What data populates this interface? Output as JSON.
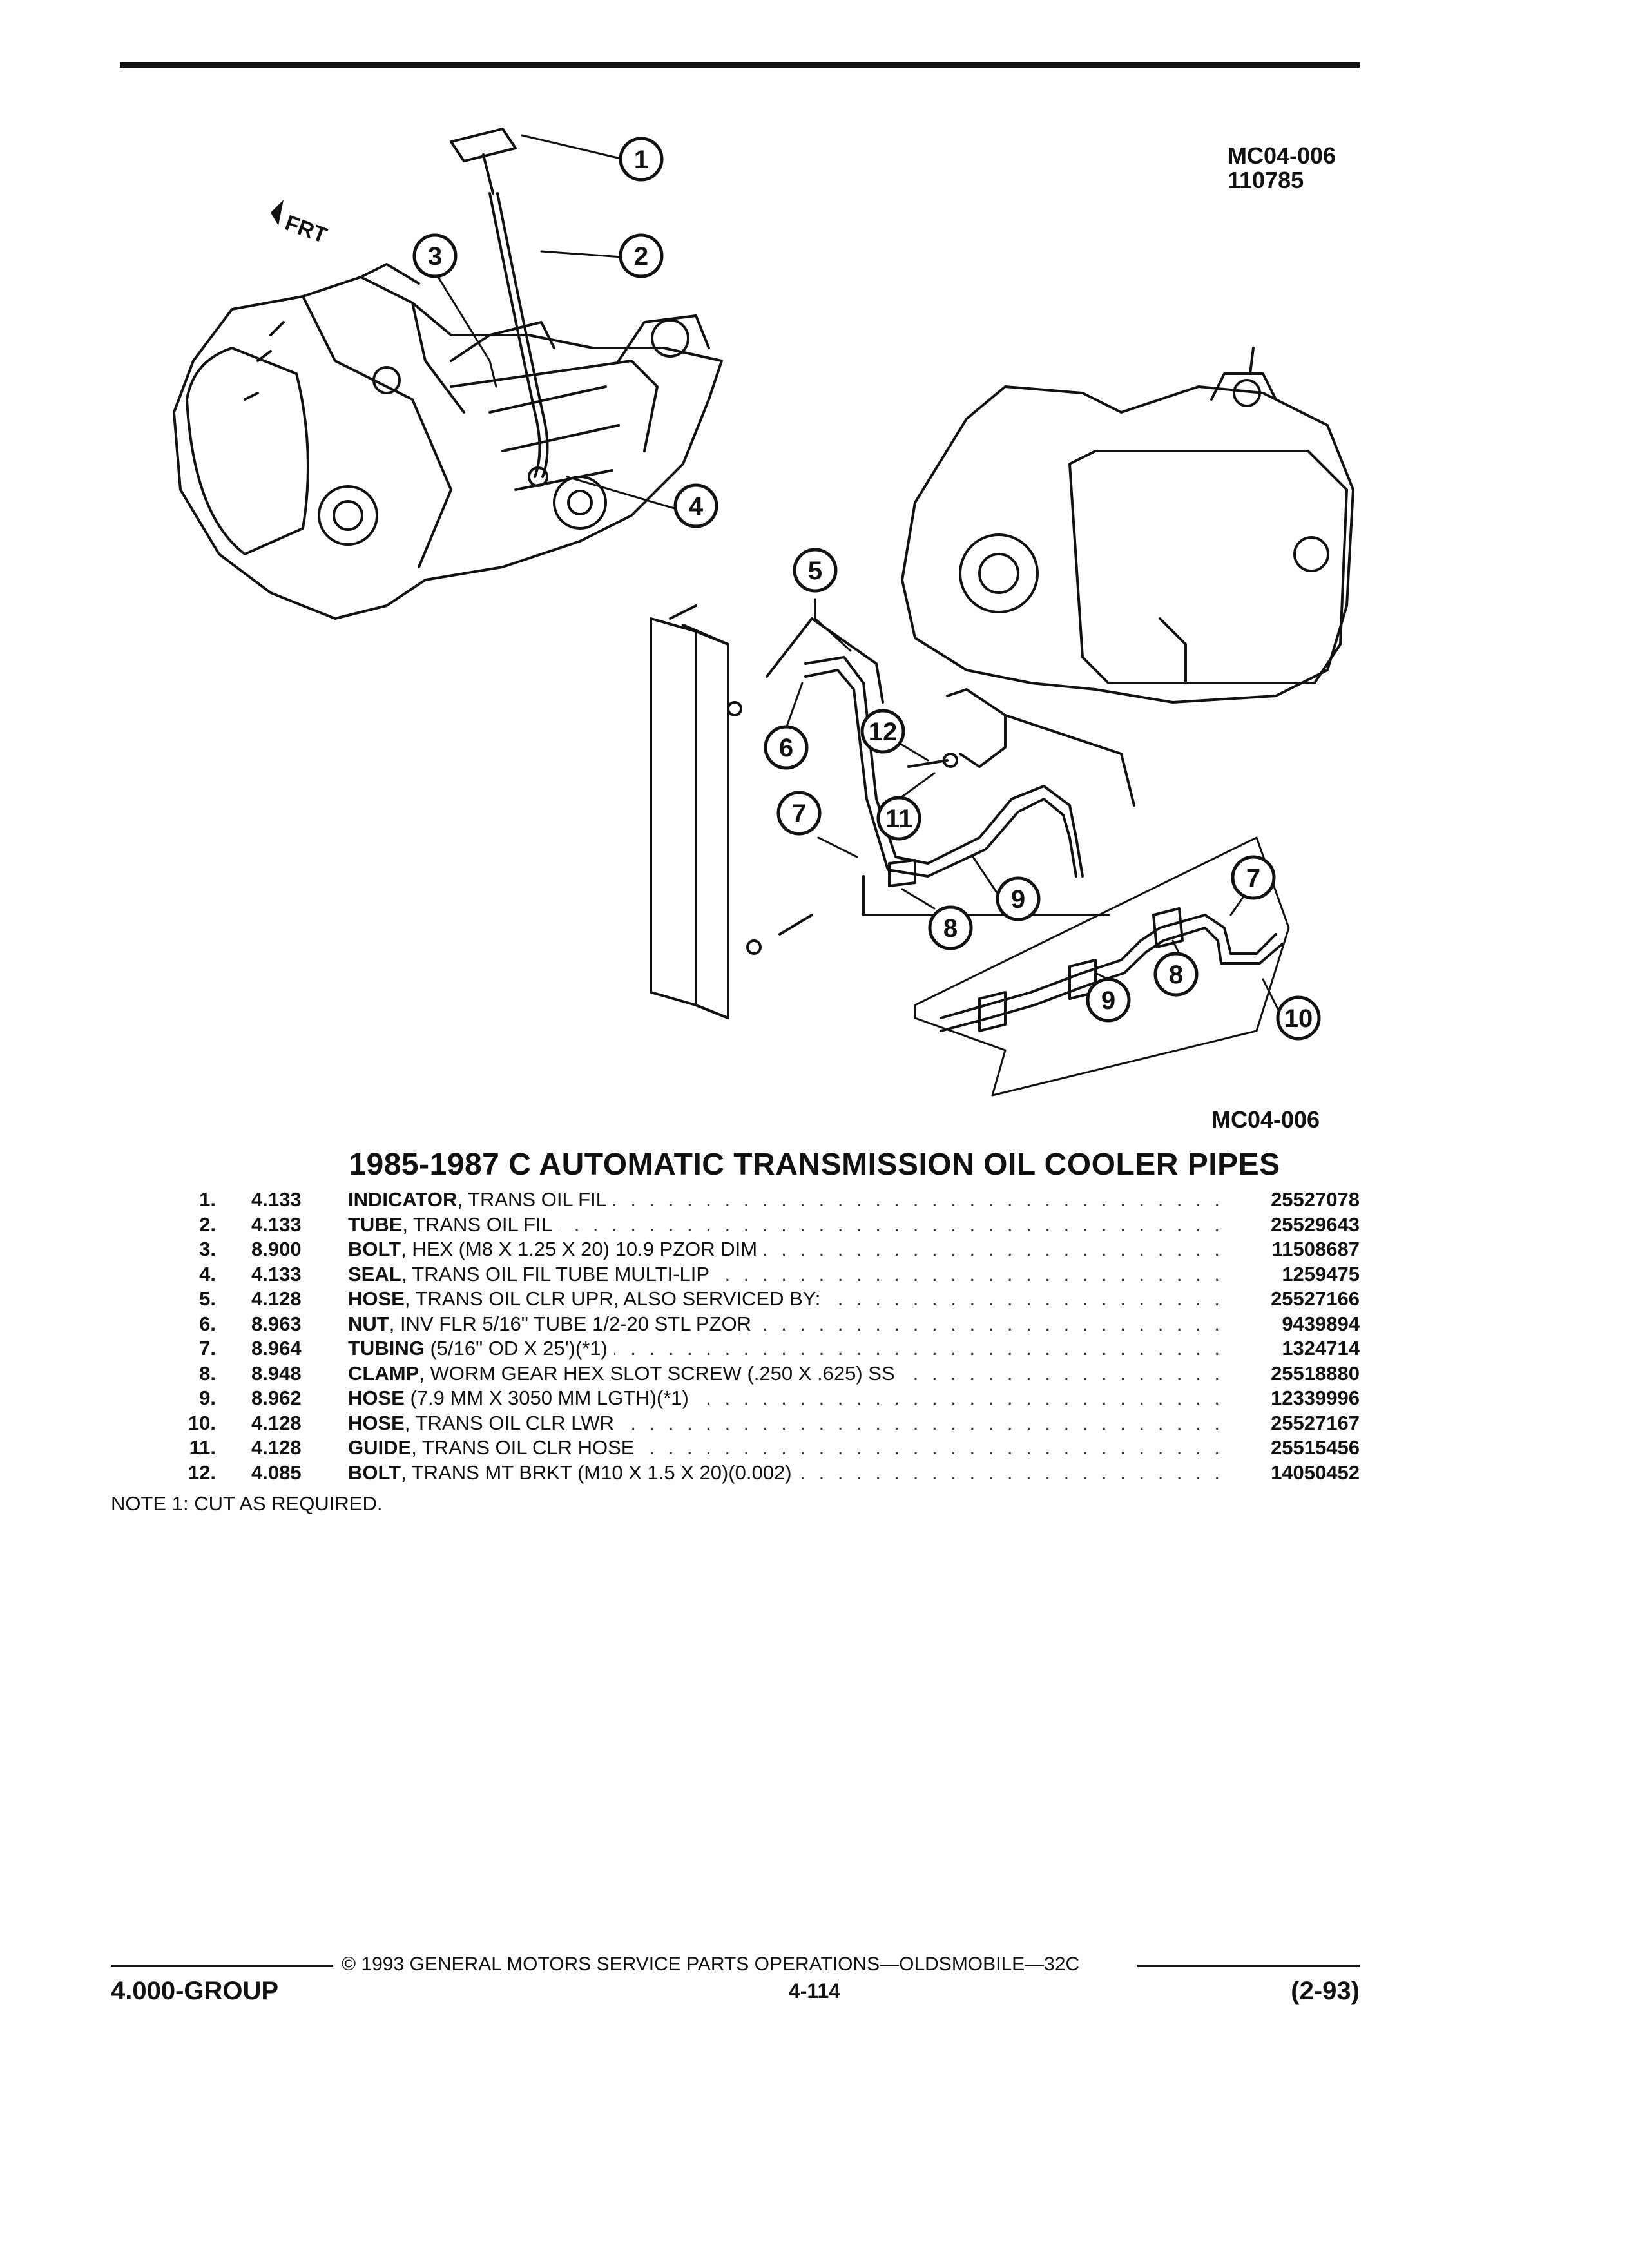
{
  "figure": {
    "id_top": "MC04-006",
    "date_code": "110785",
    "id_bottom": "MC04-006",
    "direction_label": "FRT",
    "callouts": [
      "1",
      "2",
      "3",
      "4",
      "5",
      "6",
      "7",
      "8",
      "9",
      "10",
      "11",
      "12"
    ]
  },
  "title": "1985-1987 C AUTOMATIC TRANSMISSION OIL COOLER PIPES",
  "parts": [
    {
      "num": "1.",
      "group": "4.133",
      "name": "INDICATOR",
      "desc": ", TRANS OIL FIL",
      "part_no": "25527078"
    },
    {
      "num": "2.",
      "group": "4.133",
      "name": "TUBE",
      "desc": ", TRANS OIL FIL",
      "part_no": "25529643"
    },
    {
      "num": "3.",
      "group": "8.900",
      "name": "BOLT",
      "desc": ", HEX (M8 X 1.25 X 20) 10.9 PZOR DIM",
      "part_no": "11508687"
    },
    {
      "num": "4.",
      "group": "4.133",
      "name": "SEAL",
      "desc": ", TRANS OIL FIL TUBE MULTI-LIP",
      "part_no": "1259475"
    },
    {
      "num": "5.",
      "group": "4.128",
      "name": "HOSE",
      "desc": ", TRANS OIL CLR UPR, ALSO SERVICED BY:",
      "part_no": "25527166"
    },
    {
      "num": "6.",
      "group": "8.963",
      "name": "NUT",
      "desc": ", INV FLR 5/16\" TUBE 1/2-20 STL PZOR",
      "part_no": "9439894"
    },
    {
      "num": "7.",
      "group": "8.964",
      "name": "TUBING",
      "desc": " (5/16\" OD X 25')(*1)",
      "part_no": "1324714"
    },
    {
      "num": "8.",
      "group": "8.948",
      "name": "CLAMP",
      "desc": ", WORM GEAR HEX SLOT SCREW (.250 X .625) SS",
      "part_no": "25518880"
    },
    {
      "num": "9.",
      "group": "8.962",
      "name": "HOSE",
      "desc": " (7.9 MM X 3050 MM LGTH)(*1)",
      "part_no": "12339996"
    },
    {
      "num": "10.",
      "group": "4.128",
      "name": "HOSE",
      "desc": ", TRANS OIL CLR LWR",
      "part_no": "25527167"
    },
    {
      "num": "11.",
      "group": "4.128",
      "name": "GUIDE",
      "desc": ", TRANS OIL CLR HOSE",
      "part_no": "25515456"
    },
    {
      "num": "12.",
      "group": "4.085",
      "name": "BOLT",
      "desc": ", TRANS MT BRKT (M10 X 1.5 X 20)(0.002)",
      "part_no": "14050452"
    }
  ],
  "note": "NOTE  1:  CUT AS REQUIRED.",
  "footer": {
    "copyright": "©  1993  GENERAL MOTORS SERVICE PARTS OPERATIONS—OLDSMOBILE—32C",
    "group": "4.000-GROUP",
    "page": "4-114",
    "revision": "(2-93)"
  }
}
